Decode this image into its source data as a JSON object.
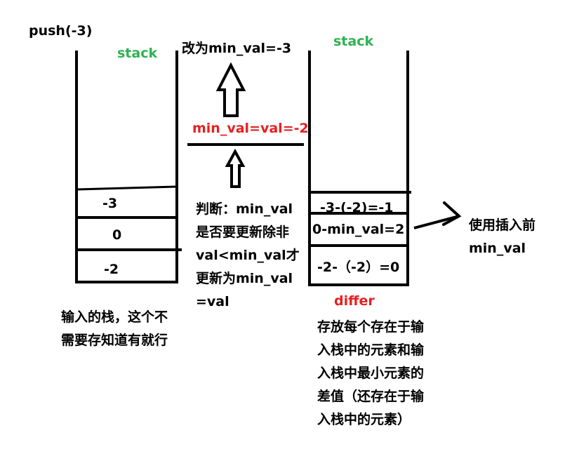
{
  "title": "push(-3)",
  "left_stack": {
    "label": "stack",
    "cells": [
      "-3",
      "0",
      "-2"
    ],
    "caption": [
      "输入的栈，这个不",
      "需要存知道有就行"
    ]
  },
  "middle": {
    "top_text": "改为min_val=-3",
    "min_text": "min_val=val=-2",
    "note": [
      "判断：min_val",
      "是否要更新除非",
      "val<min_val才",
      "更新为min_val",
      "=val"
    ]
  },
  "right_stack": {
    "label": "stack",
    "cells": [
      "-3-(-2)=-1",
      "0-min_val=2",
      "-2-（-2）=0"
    ],
    "name": "differ",
    "caption": [
      "存放每个存在于输",
      "入栈中的元素和输",
      "入栈中最小元素的",
      "差值（还存在于输",
      "入栈中的元素）"
    ]
  },
  "side_note": [
    "使用插入前",
    "min_val"
  ],
  "colors": {
    "label": "#2eb252",
    "highlight": "#e52121",
    "ink": "#000000"
  }
}
